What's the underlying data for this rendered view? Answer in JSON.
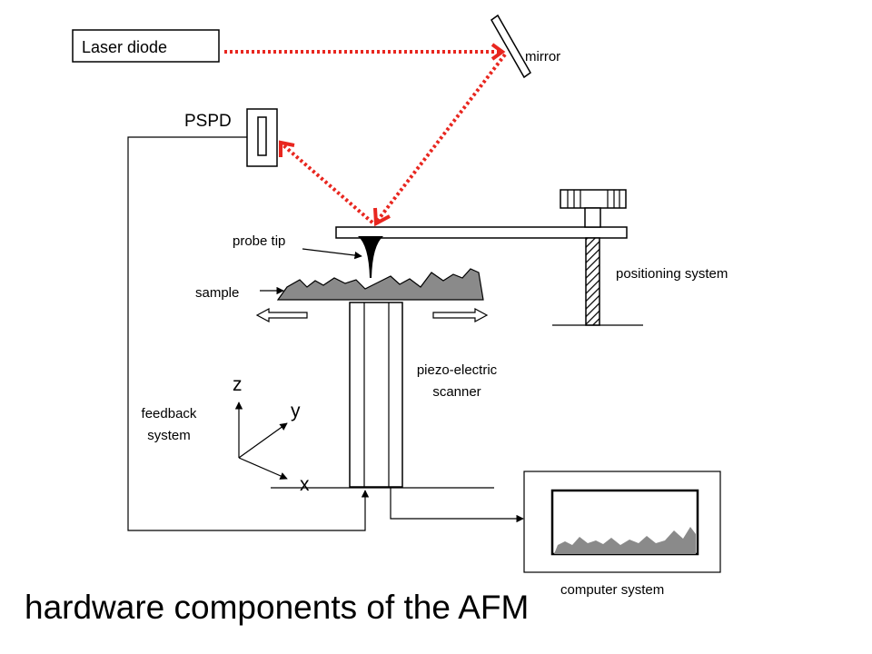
{
  "labels": {
    "laser_diode": "Laser diode",
    "mirror": "mirror",
    "pspd": "PSPD",
    "probe_tip": "probe tip",
    "sample": "sample",
    "positioning_system": "positioning system",
    "piezo_line1": "piezo-electric",
    "piezo_line2": "scanner",
    "feedback_line1": "feedback",
    "feedback_line2": "system",
    "axis_z": "z",
    "axis_y": "y",
    "axis_x": "x",
    "computer_system": "computer system"
  },
  "title": "hardware components of the AFM",
  "colors": {
    "laser_beam": "#e8261f",
    "sample_fill": "#8a8a8a",
    "arrow_fill": "#ffffff",
    "stroke": "#000000"
  }
}
